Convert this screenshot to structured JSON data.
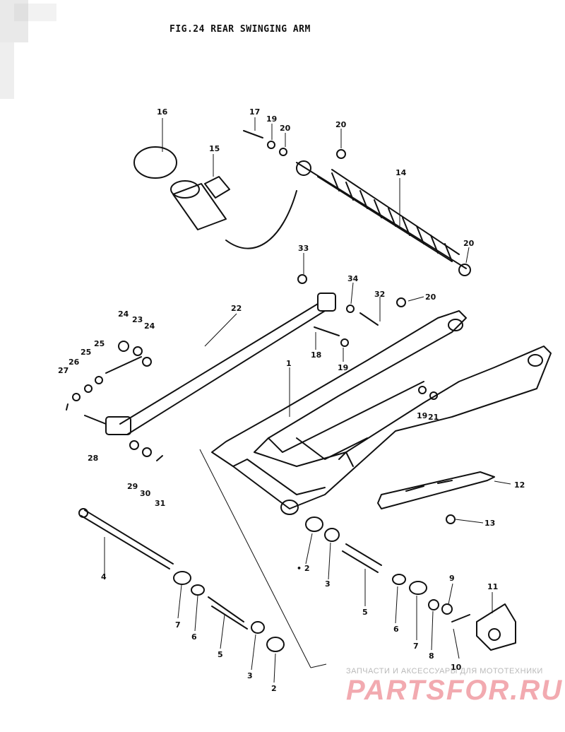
{
  "figure": {
    "title": "FIG.24  REAR SWINGING ARM"
  },
  "callouts": [
    {
      "key": "1",
      "label": "1"
    },
    {
      "key": "2a",
      "label": "• 2"
    },
    {
      "key": "2b",
      "label": "2"
    },
    {
      "key": "3a",
      "label": "3"
    },
    {
      "key": "3b",
      "label": "3"
    },
    {
      "key": "4",
      "label": "4"
    },
    {
      "key": "5a",
      "label": "5"
    },
    {
      "key": "5b",
      "label": "5"
    },
    {
      "key": "6a",
      "label": "6"
    },
    {
      "key": "6b",
      "label": "6"
    },
    {
      "key": "7a",
      "label": "7"
    },
    {
      "key": "7b",
      "label": "7"
    },
    {
      "key": "8",
      "label": "8"
    },
    {
      "key": "9",
      "label": "9"
    },
    {
      "key": "10",
      "label": "10"
    },
    {
      "key": "11",
      "label": "11"
    },
    {
      "key": "12",
      "label": "12"
    },
    {
      "key": "13",
      "label": "13"
    },
    {
      "key": "14",
      "label": "14"
    },
    {
      "key": "15",
      "label": "15"
    },
    {
      "key": "16",
      "label": "16"
    },
    {
      "key": "17",
      "label": "17"
    },
    {
      "key": "18",
      "label": "18"
    },
    {
      "key": "19a",
      "label": "19"
    },
    {
      "key": "19b",
      "label": "19"
    },
    {
      "key": "19c",
      "label": "19"
    },
    {
      "key": "20a",
      "label": "20"
    },
    {
      "key": "20b",
      "label": "20"
    },
    {
      "key": "20c",
      "label": "20"
    },
    {
      "key": "20d",
      "label": "20"
    },
    {
      "key": "21",
      "label": "21"
    },
    {
      "key": "22",
      "label": "22"
    },
    {
      "key": "23",
      "label": "23"
    },
    {
      "key": "24a",
      "label": "24"
    },
    {
      "key": "24b",
      "label": "24"
    },
    {
      "key": "25a",
      "label": "25"
    },
    {
      "key": "25b",
      "label": "25"
    },
    {
      "key": "26",
      "label": "26"
    },
    {
      "key": "27",
      "label": "27"
    },
    {
      "key": "28",
      "label": "28"
    },
    {
      "key": "29",
      "label": "29"
    },
    {
      "key": "30",
      "label": "30"
    },
    {
      "key": "31",
      "label": "31"
    },
    {
      "key": "32",
      "label": "32"
    },
    {
      "key": "33",
      "label": "33"
    },
    {
      "key": "34",
      "label": "34"
    }
  ],
  "watermark": {
    "tagline": "ЗАПЧАСТИ И АКСЕССУАРЫ ДЛЯ МОТОТЕХНИКИ",
    "logo": "PARTSFOR.RU",
    "color": "#f2aab0"
  }
}
